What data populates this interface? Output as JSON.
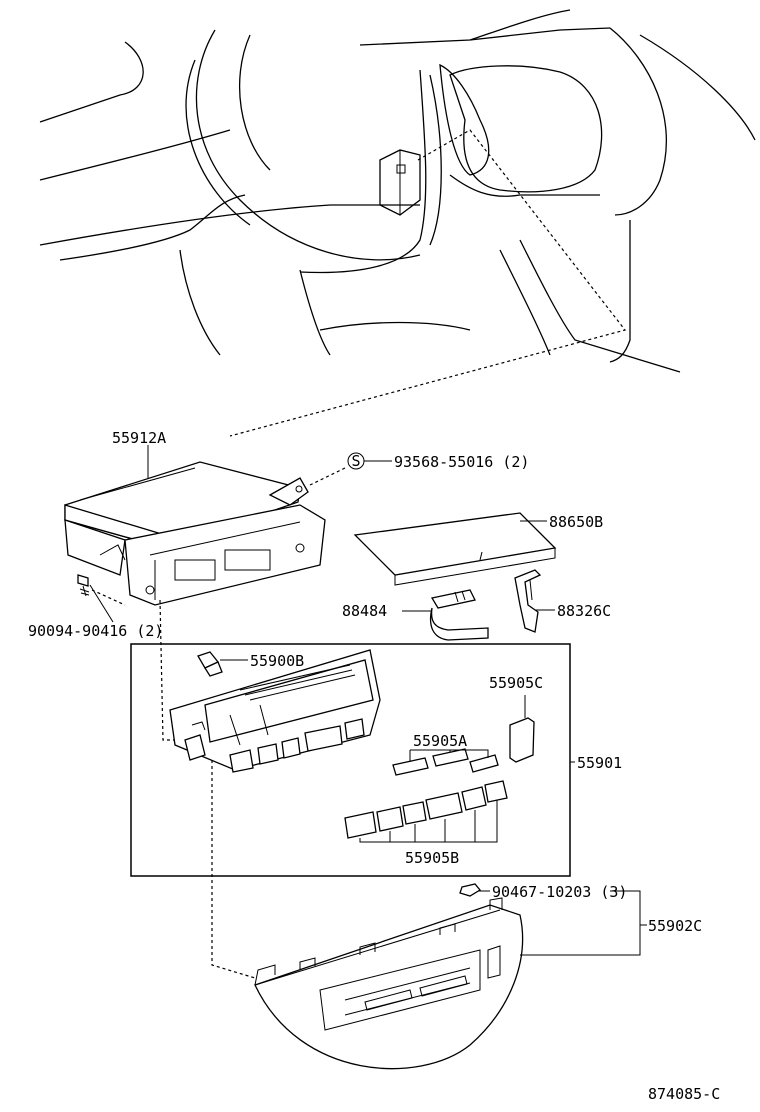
{
  "diagram_code": "874085-C",
  "callouts": {
    "p55912A": "55912A",
    "p93568": "93568-55016 (2)",
    "p93568_symbol": "S",
    "p88650B": "88650B",
    "p90094": "90094-90416 (2)",
    "p88484": "88484",
    "p88326C": "88326C",
    "p55900B": "55900B",
    "p55905C": "55905C",
    "p55905A": "55905A",
    "p55901": "55901",
    "p55905B": "55905B",
    "p90467": "90467-10203 (3)",
    "p55902C": "55902C"
  }
}
